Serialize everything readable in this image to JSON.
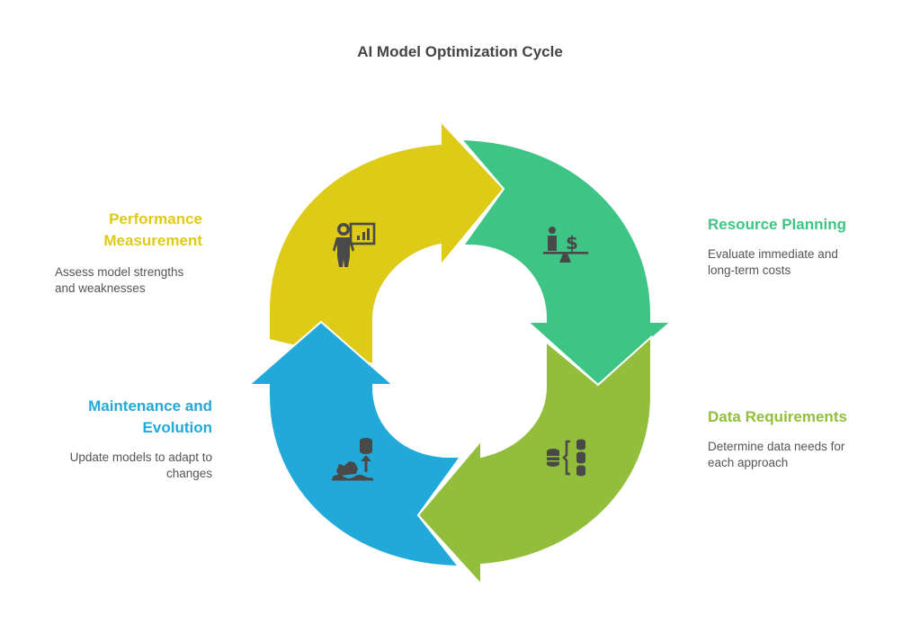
{
  "title": "AI Model Optimization Cycle",
  "stages": [
    {
      "id": "performance",
      "heading_lines": [
        "Performance",
        "Measurement"
      ],
      "description_lines": [
        "Assess model strengths",
        "and weaknesses"
      ],
      "color": "#DDCB17",
      "icon": "presenter-chart-icon",
      "position": "top-left"
    },
    {
      "id": "resource",
      "heading_lines": [
        "Resource Planning"
      ],
      "description_lines": [
        "Evaluate immediate and",
        "long-term costs"
      ],
      "color": "#3EC585",
      "icon": "person-dollar-balance-icon",
      "position": "top-right"
    },
    {
      "id": "data",
      "heading_lines": [
        "Data Requirements"
      ],
      "description_lines": [
        "Determine data needs for",
        "each approach"
      ],
      "color": "#92BE3B",
      "icon": "database-branching-icon",
      "position": "bottom-right"
    },
    {
      "id": "maintenance",
      "heading_lines": [
        "Maintenance and",
        "Evolution"
      ],
      "description_lines": [
        "Update models to adapt to",
        "changes"
      ],
      "color": "#21AAD9",
      "icon": "gears-database-upgrade-icon",
      "position": "bottom-left"
    }
  ],
  "icon_color": "#494949",
  "text_color": "#555555",
  "title_color": "#444444"
}
